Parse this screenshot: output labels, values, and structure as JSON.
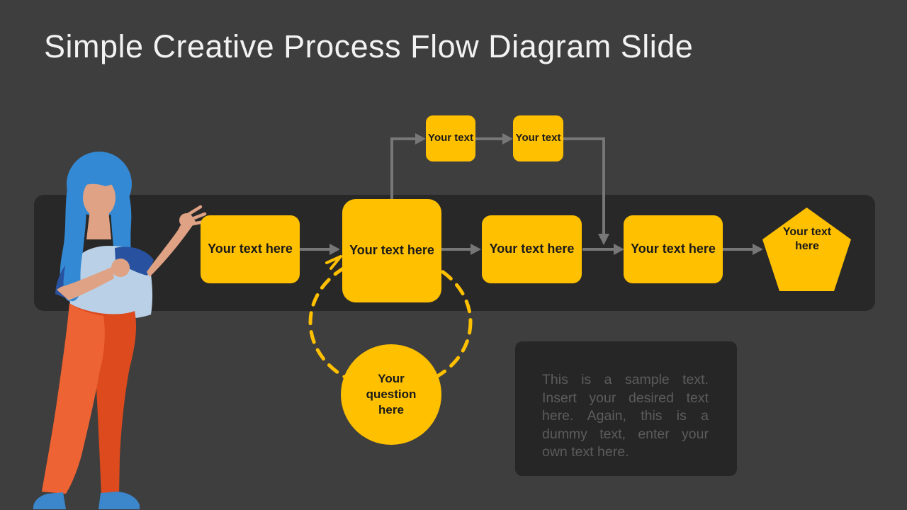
{
  "title": "Simple Creative Process Flow Diagram Slide",
  "colors": {
    "background": "#3e3e3e",
    "band": "#282828",
    "accent_yellow": "#ffc000",
    "connector_gray": "#777777",
    "note_background": "#262626",
    "note_text": "#5c5c5c",
    "title_text": "#f2f2f2",
    "shape_text": "#1a1a1a"
  },
  "diagram": {
    "branch_boxes": [
      {
        "label": "Your text"
      },
      {
        "label": "Your text"
      }
    ],
    "process_boxes": [
      {
        "label": "Your text here"
      },
      {
        "label": "Your text here"
      },
      {
        "label": "Your text here"
      },
      {
        "label": "Your text here"
      }
    ],
    "end_pentagon": {
      "label": "Your text here"
    },
    "question_circle": {
      "label": "Your question here"
    }
  },
  "note": {
    "text": "This is a sample text. Insert your desired text here. Again, this is a dummy text, enter your own text here."
  }
}
